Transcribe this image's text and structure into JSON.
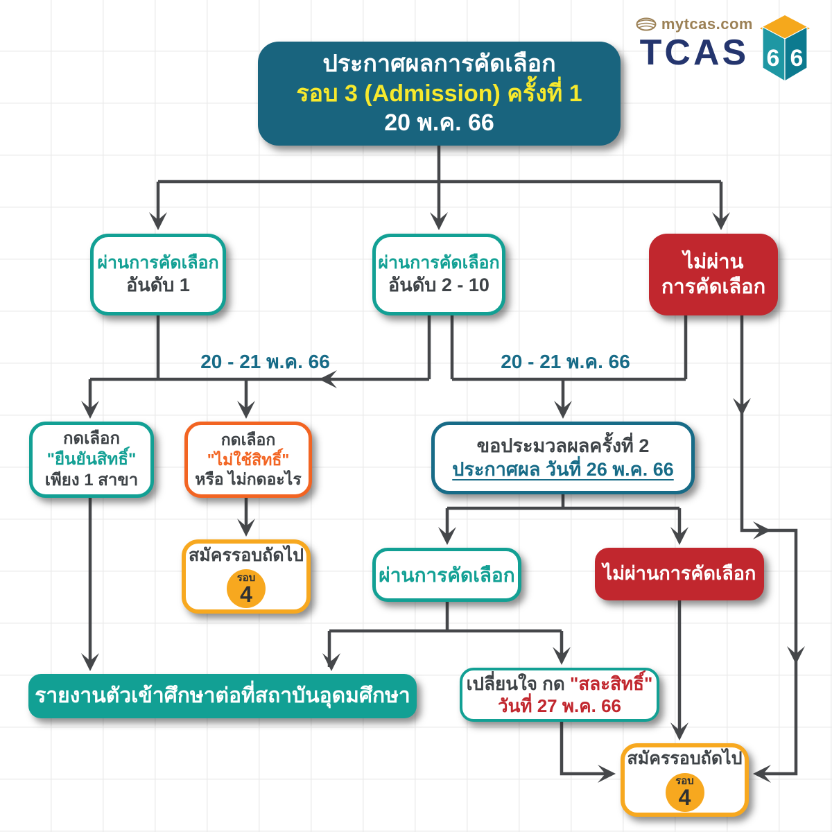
{
  "logo": {
    "site": "mytcas.com",
    "brand": "TCAS",
    "badge_digit_left": "6",
    "badge_digit_right": "6"
  },
  "title": {
    "line1": "ประกาศผลการคัดเลือก",
    "line2": "รอบ 3 (Admission) ครั้งที่ 1",
    "line3": "20 พ.ค. 66"
  },
  "edge_labels": {
    "left_date": "20 - 21 พ.ค. 66",
    "right_date": "20 - 21 พ.ค. 66"
  },
  "nodes": {
    "pass_rank1": {
      "line1": "ผ่านการคัดเลือก",
      "line2": "อันดับ 1"
    },
    "pass_rank2_10": {
      "line1": "ผ่านการคัดเลือก",
      "line2": "อันดับ 2 - 10"
    },
    "not_pass": {
      "line1": "ไม่ผ่าน",
      "line2": "การคัดเลือก"
    },
    "confirm_right": {
      "line1": "กดเลือก",
      "line2": "\"ยืนยันสิทธิ์\"",
      "line3": "เพียง 1 สาขา"
    },
    "decline_right": {
      "line1": "กดเลือก",
      "line2": "\"ไม่ใช้สิทธิ์\"",
      "line3": "หรือ ไม่กดอะไร"
    },
    "reprocess": {
      "line1": "ขอประมวลผลครั้งที่ 2",
      "line2": "ประกาศผล วันที่ 26 พ.ค. 66"
    },
    "apply_next_round_1": {
      "label": "สมัครรอบถัดไป",
      "round_word": "รอบ",
      "round_number": "4"
    },
    "pass_round2": {
      "label": "ผ่านการคัดเลือก"
    },
    "not_pass_round2": {
      "label": "ไม่ผ่านการคัดเลือก"
    },
    "report_to_university": {
      "label": "รายงานตัวเข้าศึกษาต่อที่สถาบันอุดมศึกษา"
    },
    "change_mind": {
      "line1_prefix": "เปลี่ยนใจ กด ",
      "line1_highlight": "\"สละสิทธิ์\"",
      "line2": "วันที่ 27 พ.ค. 66"
    },
    "apply_next_round_2": {
      "label": "สมัครรอบถัดไป",
      "round_word": "รอบ",
      "round_number": "4"
    }
  },
  "colors": {
    "teal": "#12A094",
    "red": "#C1272E",
    "orange": "#F26422",
    "gold": "#F7A81F",
    "blue_dark": "#176B87",
    "title_bg": "#19647E",
    "connector": "#45474A",
    "navy_logo": "#24356E",
    "bronze_logo": "#9C8156",
    "yellow_text": "#F7E92D"
  }
}
